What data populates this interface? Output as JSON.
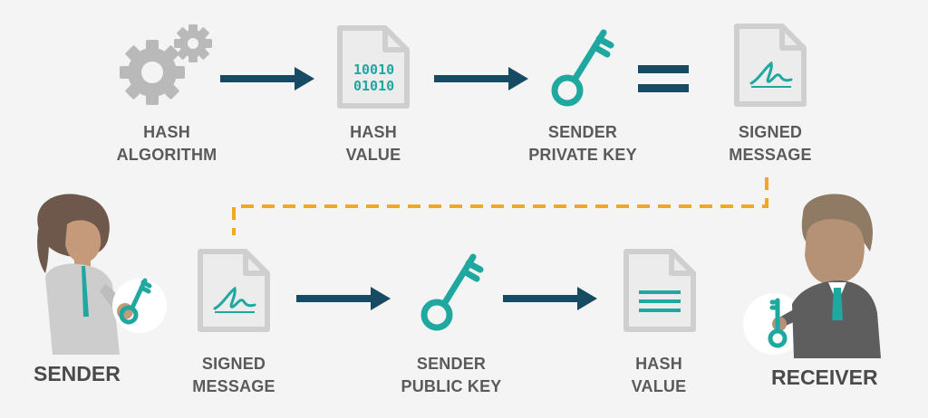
{
  "colors": {
    "accent": "#1fa8a0",
    "arrow": "#174a63",
    "dashed": "#f0a628",
    "doc": "#d6d6d6",
    "gear": "#b9b9b9",
    "label": "#5a5a5a"
  },
  "top_row": {
    "hash_algorithm": {
      "icon": "gears-icon",
      "line1": "HASH",
      "line2": "ALGORITHM"
    },
    "hash_value": {
      "icon": "binary-document-icon",
      "bits1": "10010",
      "bits2": "01010",
      "line1": "HASH",
      "line2": "VALUE"
    },
    "private_key": {
      "icon": "key-icon",
      "line1": "SENDER",
      "line2": "PRIVATE KEY"
    },
    "signed_message": {
      "icon": "signed-document-icon",
      "line1": "SIGNED",
      "line2": "MESSAGE"
    }
  },
  "bottom_row": {
    "signed_message": {
      "icon": "signed-document-icon",
      "line1": "SIGNED",
      "line2": "MESSAGE"
    },
    "public_key": {
      "icon": "key-icon",
      "line1": "SENDER",
      "line2": "PUBLIC KEY"
    },
    "hash_value": {
      "icon": "text-document-icon",
      "line1": "HASH",
      "line2": "VALUE"
    }
  },
  "people": {
    "sender": {
      "icon": "woman-with-key-icon",
      "label": "SENDER"
    },
    "receiver": {
      "icon": "man-with-key-icon",
      "label": "RECEIVER"
    }
  }
}
